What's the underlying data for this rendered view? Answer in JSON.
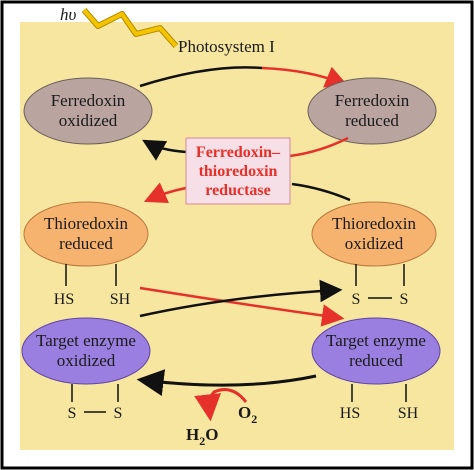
{
  "light": {
    "label": "hυ"
  },
  "photosystem": {
    "label": "Photosystem I"
  },
  "ferredoxin_oxidized": {
    "line1": "Ferredoxin",
    "line2": "oxidized"
  },
  "ferredoxin_reduced": {
    "line1": "Ferredoxin",
    "line2": "reduced"
  },
  "ftr": {
    "line1": "Ferredoxin–",
    "line2": "thioredoxin",
    "line3": "reductase"
  },
  "thioredoxin_reduced": {
    "line1": "Thioredoxin",
    "line2": "reduced",
    "left_group": "HS",
    "right_group": "SH"
  },
  "thioredoxin_oxidized": {
    "line1": "Thioredoxin",
    "line2": "oxidized",
    "left_s": "S",
    "right_s": "S"
  },
  "target_oxidized": {
    "line1": "Target enzyme",
    "line2": "oxidized",
    "left_s": "S",
    "right_s": "S"
  },
  "target_reduced": {
    "line1": "Target enzyme",
    "line2": "reduced",
    "left_group": "HS",
    "right_group": "SH"
  },
  "oxygen": {
    "label": "O",
    "sub": "2"
  },
  "water": {
    "label": "H",
    "sub": "2",
    "suffix": "O"
  },
  "colors": {
    "background": "#f7e6a0",
    "border": "#000000",
    "ferredoxin": "#b9a49f",
    "thioredoxin": "#f6b36f",
    "target": "#9b7fe0",
    "red_arrow": "#e5312a",
    "black_arrow": "#111111",
    "ftr_box": "#f6dfe6",
    "ftr_text": "#e5312a",
    "lightning": "#f5c400"
  }
}
